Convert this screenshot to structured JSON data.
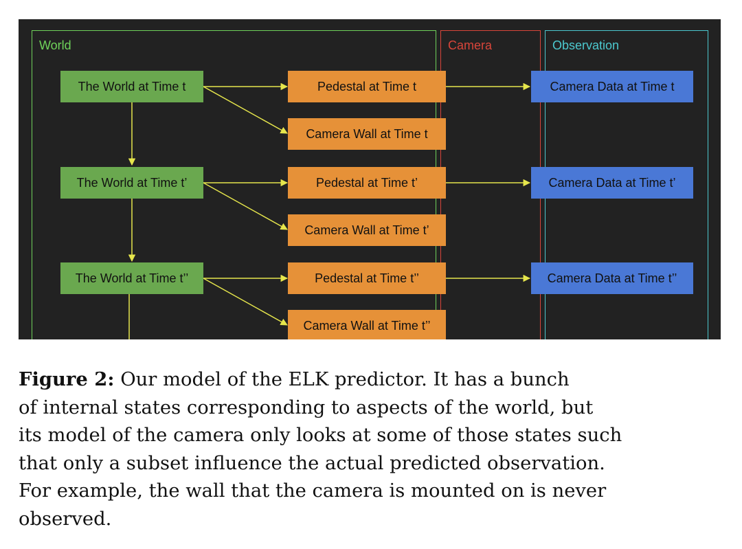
{
  "diagram": {
    "colors": {
      "background": "#222222",
      "world": "#6aa84f",
      "pedestal": "#e69138",
      "camera_data": "#4a78d6",
      "arrow": "#e6e64c",
      "world_region": "#6fd35a",
      "camera_region": "#d8453a",
      "observation_region": "#4cc9cf"
    },
    "regions": {
      "world": "World",
      "camera": "Camera",
      "observation": "Observation"
    },
    "rows": [
      {
        "world": "The World at Time t",
        "pedestal": "Pedestal at Time t",
        "wall": "Camera Wall at Time t",
        "camera_data": "Camera Data at Time t"
      },
      {
        "world": "The World at Time t’",
        "pedestal": "Pedestal at Time t’",
        "wall": "Camera Wall at Time t’",
        "camera_data": "Camera Data at Time t’"
      },
      {
        "world": "The World at Time t’’",
        "pedestal": "Pedestal at Time t’’",
        "wall": "Camera Wall at Time t’’",
        "camera_data": "Camera Data at Time t’’"
      }
    ]
  },
  "caption": {
    "label": "Figure 2:",
    "lines": [
      " Our model of the ELK predictor. It has a bunch",
      "of internal states corresponding to aspects of the world, but",
      "its model of the camera only looks at some of those states such",
      "that only a subset influence the actual predicted observation.",
      "For example, the wall that the camera is mounted on is never",
      "observed."
    ]
  }
}
